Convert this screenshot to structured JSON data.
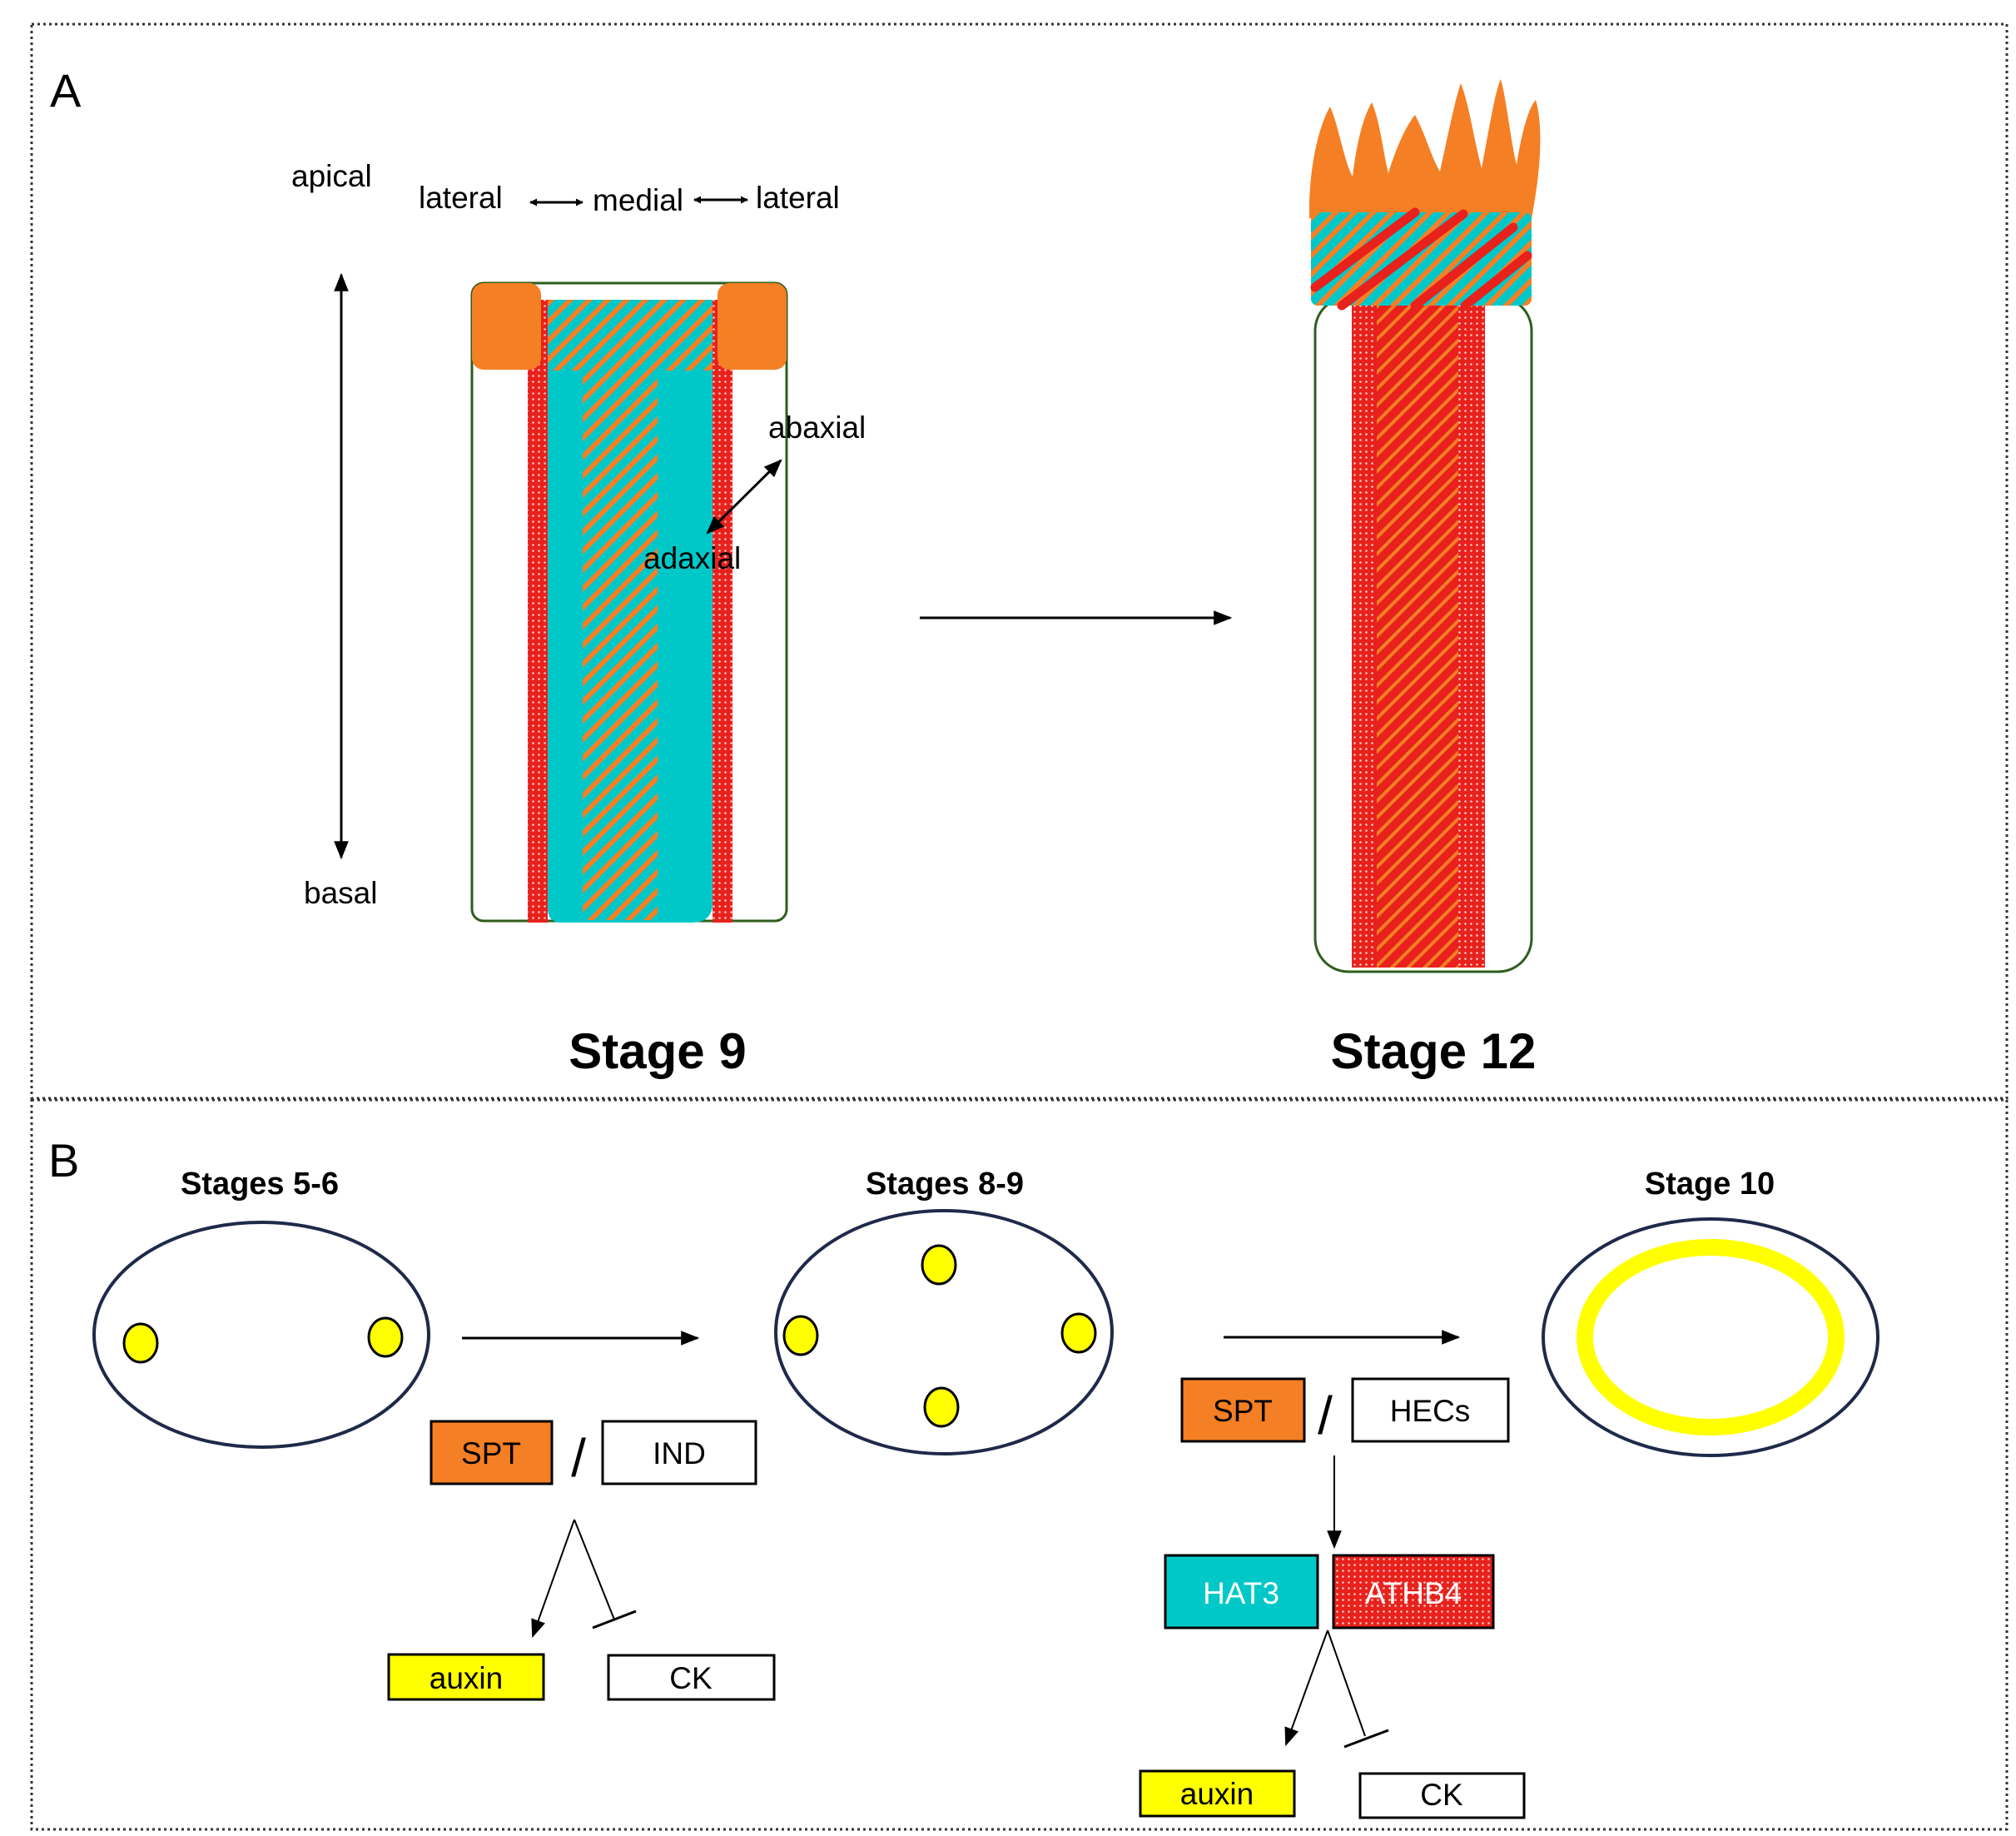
{
  "panel_a": {
    "letter": "A",
    "axis_labels": {
      "apical": "apical",
      "basal": "basal",
      "lateral_left": "lateral",
      "medial": "medial",
      "lateral_right": "lateral",
      "abaxial": "abaxial",
      "adaxial": "adaxial"
    },
    "stage_left": "Stage 9",
    "stage_right": "Stage 12"
  },
  "panel_b": {
    "letter": "B",
    "stages": [
      "Stages 5-6",
      "Stages 8-9",
      "Stage 10"
    ],
    "step1": {
      "factor_a": "SPT",
      "separator": "/",
      "factor_b": "IND",
      "promoted": "auxin",
      "repressed": "CK"
    },
    "step2": {
      "factor_a": "SPT",
      "separator": "/",
      "factor_b": "HECs",
      "target_a": "HAT3",
      "target_b": "ATHB4",
      "promoted": "auxin",
      "repressed": "CK"
    }
  },
  "colors": {
    "orange": "#F57F24",
    "teal": "#00C8C8",
    "red": "#E8211C",
    "yellow": "#FFFF00",
    "navy": "#1F2A4A",
    "green_outline": "#2E5E1E"
  }
}
